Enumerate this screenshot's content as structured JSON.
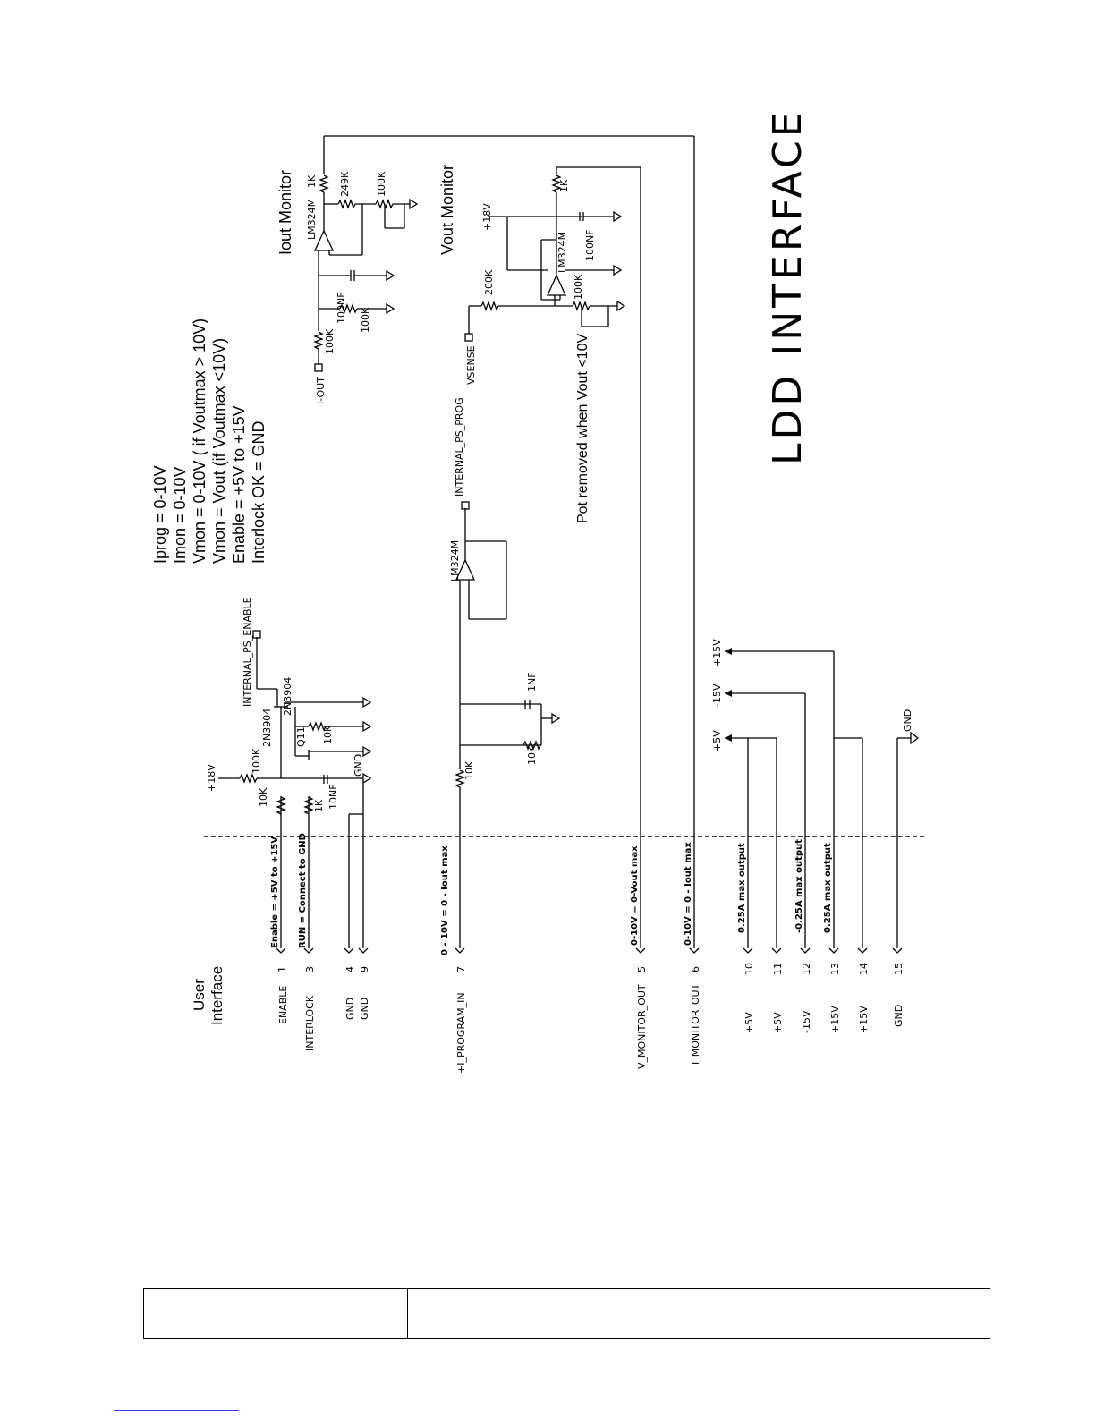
{
  "title": "LDD INTERFACE",
  "user_interface": "User Interface",
  "notes": [
    "Iprog = 0-10V",
    "Imon = 0-10V",
    "Vmon = 0-10V ( if Voutmax > 10V)",
    "Vmon = Vout (if Voutmax <10V)",
    "Enable = +5V to +15V",
    "Interlock OK = GND"
  ],
  "sections": {
    "iout_monitor": "Iout Monitor",
    "vout_monitor": "Vout Monitor",
    "pot_note": "Pot removed when Vout <10V"
  },
  "pins": [
    {
      "num": "1",
      "name": "ENABLE",
      "desc": "Enable = +5V to +15V"
    },
    {
      "num": "3",
      "name": "INTERLOCK",
      "desc": "RUN = Connect to GND"
    },
    {
      "num": "4",
      "name": "GND",
      "desc": ""
    },
    {
      "num": "9",
      "name": "GND",
      "desc": ""
    },
    {
      "num": "7",
      "name": "+I_PROGRAM_IN",
      "desc": "0 - 10V = 0 - Iout max"
    },
    {
      "num": "5",
      "name": "V_MONITOR_OUT",
      "desc": "0-10V = 0-Vout max"
    },
    {
      "num": "6",
      "name": "I_MONITOR_OUT",
      "desc": "0-10V = 0 - Iout max"
    },
    {
      "num": "10",
      "name": "+5V",
      "desc": "0.25A max output"
    },
    {
      "num": "11",
      "name": "+5V",
      "desc": ""
    },
    {
      "num": "12",
      "name": "-15V",
      "desc": "-0.25A max output"
    },
    {
      "num": "13",
      "name": "+15V",
      "desc": "0.25A max output"
    },
    {
      "num": "14",
      "name": "+15V",
      "desc": ""
    },
    {
      "num": "15",
      "name": "GND",
      "desc": ""
    }
  ],
  "components": {
    "enable_r1": "10K",
    "enable_r2": "100K",
    "supply": "+18V",
    "q_enable": "2N3904",
    "q_interlock": "Q11",
    "q_interlock_type": "2N3904",
    "r_q": "10K",
    "interlock_r": "1K",
    "cap_10nf": "10NF",
    "gnd": "GND",
    "ps_enable": "INTERNAL_PS_ENABLE",
    "prog_r": "10K",
    "prog_fb_r": "10K",
    "prog_cap": "1NF",
    "prog_opamp": "LM324M",
    "ps_prog": "INTERNAL_PS_PROG",
    "i_out": "I-OUT",
    "imon_r_in": "100K",
    "imon_cap": "100NF",
    "imon_r_gnd": "100K",
    "imon_opamp": "LM324M",
    "imon_r_fb": "249K",
    "imon_r_out": "1K",
    "imon_pot": "100K",
    "vsense": "VSENSE",
    "vmon_r_in": "200K",
    "vmon_pot": "100K",
    "vmon_opamp": "LM324M",
    "vmon_supply": "+18V",
    "vmon_cap": "100NF",
    "vmon_r_out": "1K",
    "rail_p5": "+5V",
    "rail_m15": "-15V",
    "rail_p15": "+15V",
    "rail_gnd": "GND"
  }
}
